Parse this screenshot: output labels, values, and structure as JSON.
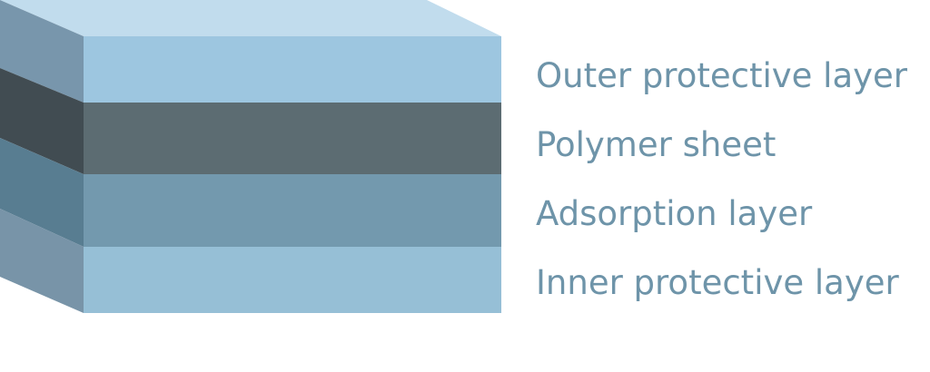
{
  "layers": [
    {
      "label": "Outer protective layer",
      "front_color": "#9dc6e0",
      "side_color": "#7896ac"
    },
    {
      "label": "Polymer sheet",
      "front_color": "#5c6c72",
      "side_color": "#414c52"
    },
    {
      "label": "Adsorption layer",
      "front_color": "#7399ae",
      "side_color": "#587d91"
    },
    {
      "label": "Inner protective layer",
      "front_color": "#96bfd6",
      "side_color": "#7894a8"
    }
  ],
  "top_face_color": "#c1dced",
  "label_color": "#6e94a9"
}
